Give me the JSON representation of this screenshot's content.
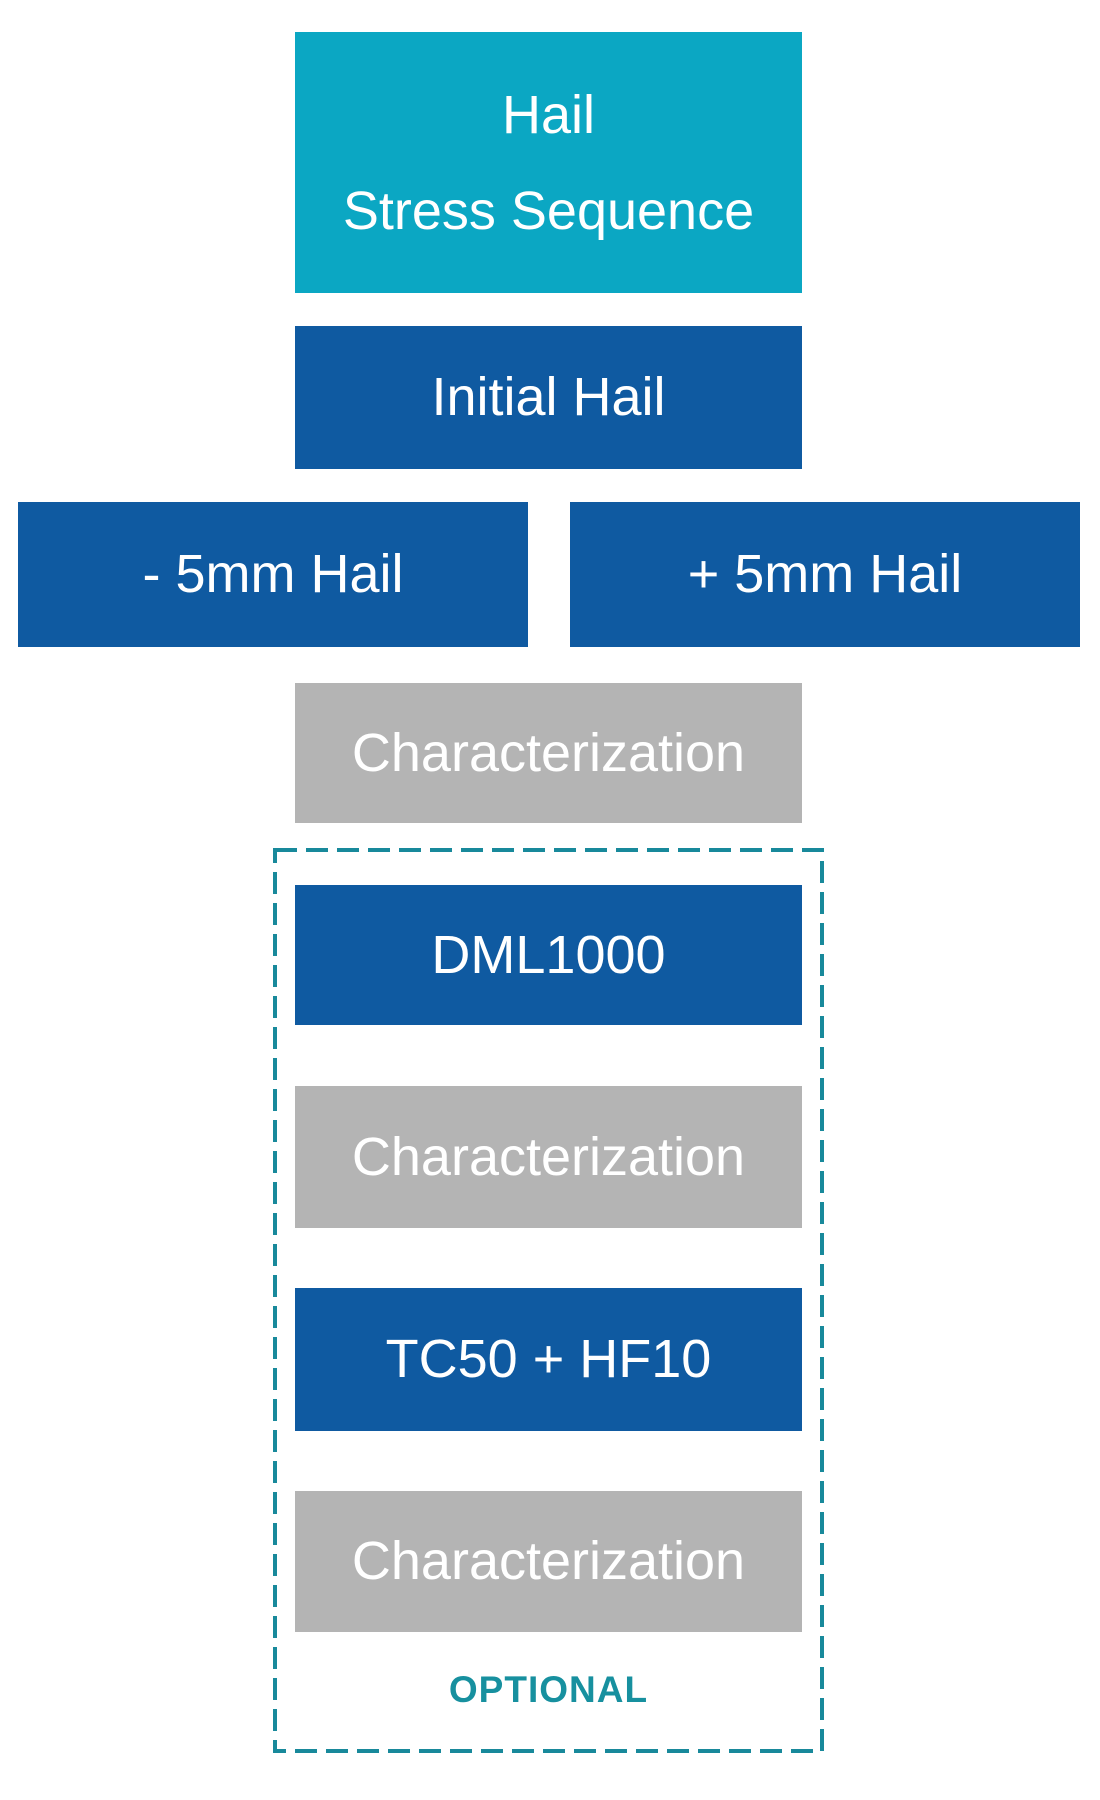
{
  "diagram": {
    "title_box": {
      "line1": "Hail",
      "line2": "Stress Sequence"
    },
    "nodes": {
      "initial_hail": "Initial Hail",
      "minus_hail": "- 5mm Hail",
      "plus_hail": "+ 5mm Hail",
      "characterization_1": "Characterization",
      "dml1000": "DML1000",
      "characterization_2": "Characterization",
      "tc50_hf10": "TC50 + HF10",
      "characterization_3": "Characterization",
      "optional_label": "OPTIONAL"
    },
    "colors": {
      "teal": "#0BA7C3",
      "blue": "#0F5AA1",
      "gray": "#B4B4B4",
      "dashed_border": "#18899B",
      "optional_text": "#17909F",
      "node_text": "#FFFFFF"
    }
  }
}
